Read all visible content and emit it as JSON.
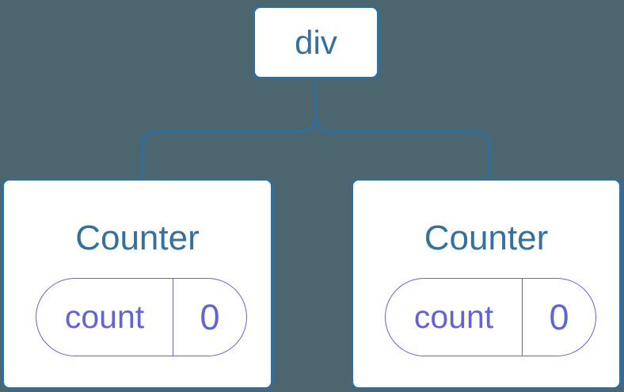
{
  "canvas": {
    "background": "#4c6670"
  },
  "colors": {
    "node_border": "#2e6f9e",
    "node_text": "#36709c",
    "connector": "#2e6f9e",
    "state_accent": "#6363d7",
    "card_background": "#ffffff"
  },
  "tree": {
    "root": {
      "label": "div"
    },
    "children": [
      {
        "title": "Counter",
        "state": {
          "name": "count",
          "value": "0"
        }
      },
      {
        "title": "Counter",
        "state": {
          "name": "count",
          "value": "0"
        }
      }
    ]
  }
}
